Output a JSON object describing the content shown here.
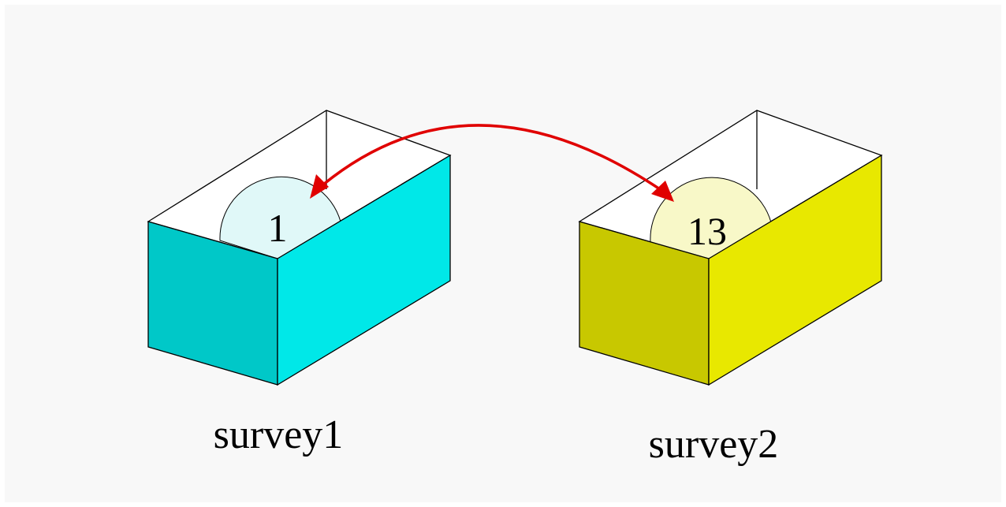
{
  "boxes": [
    {
      "name": "survey1",
      "value": "1",
      "colors": {
        "front": "#00c8c8",
        "side": "#00e8e8",
        "ball": "#e0f8f8"
      }
    },
    {
      "name": "survey2",
      "value": "13",
      "colors": {
        "front": "#c8c800",
        "side": "#e8e800",
        "ball": "#f8f8c8"
      }
    }
  ],
  "colors": {
    "background": "#f8f8f8",
    "arrow": "#e00000",
    "outline": "#000000"
  }
}
